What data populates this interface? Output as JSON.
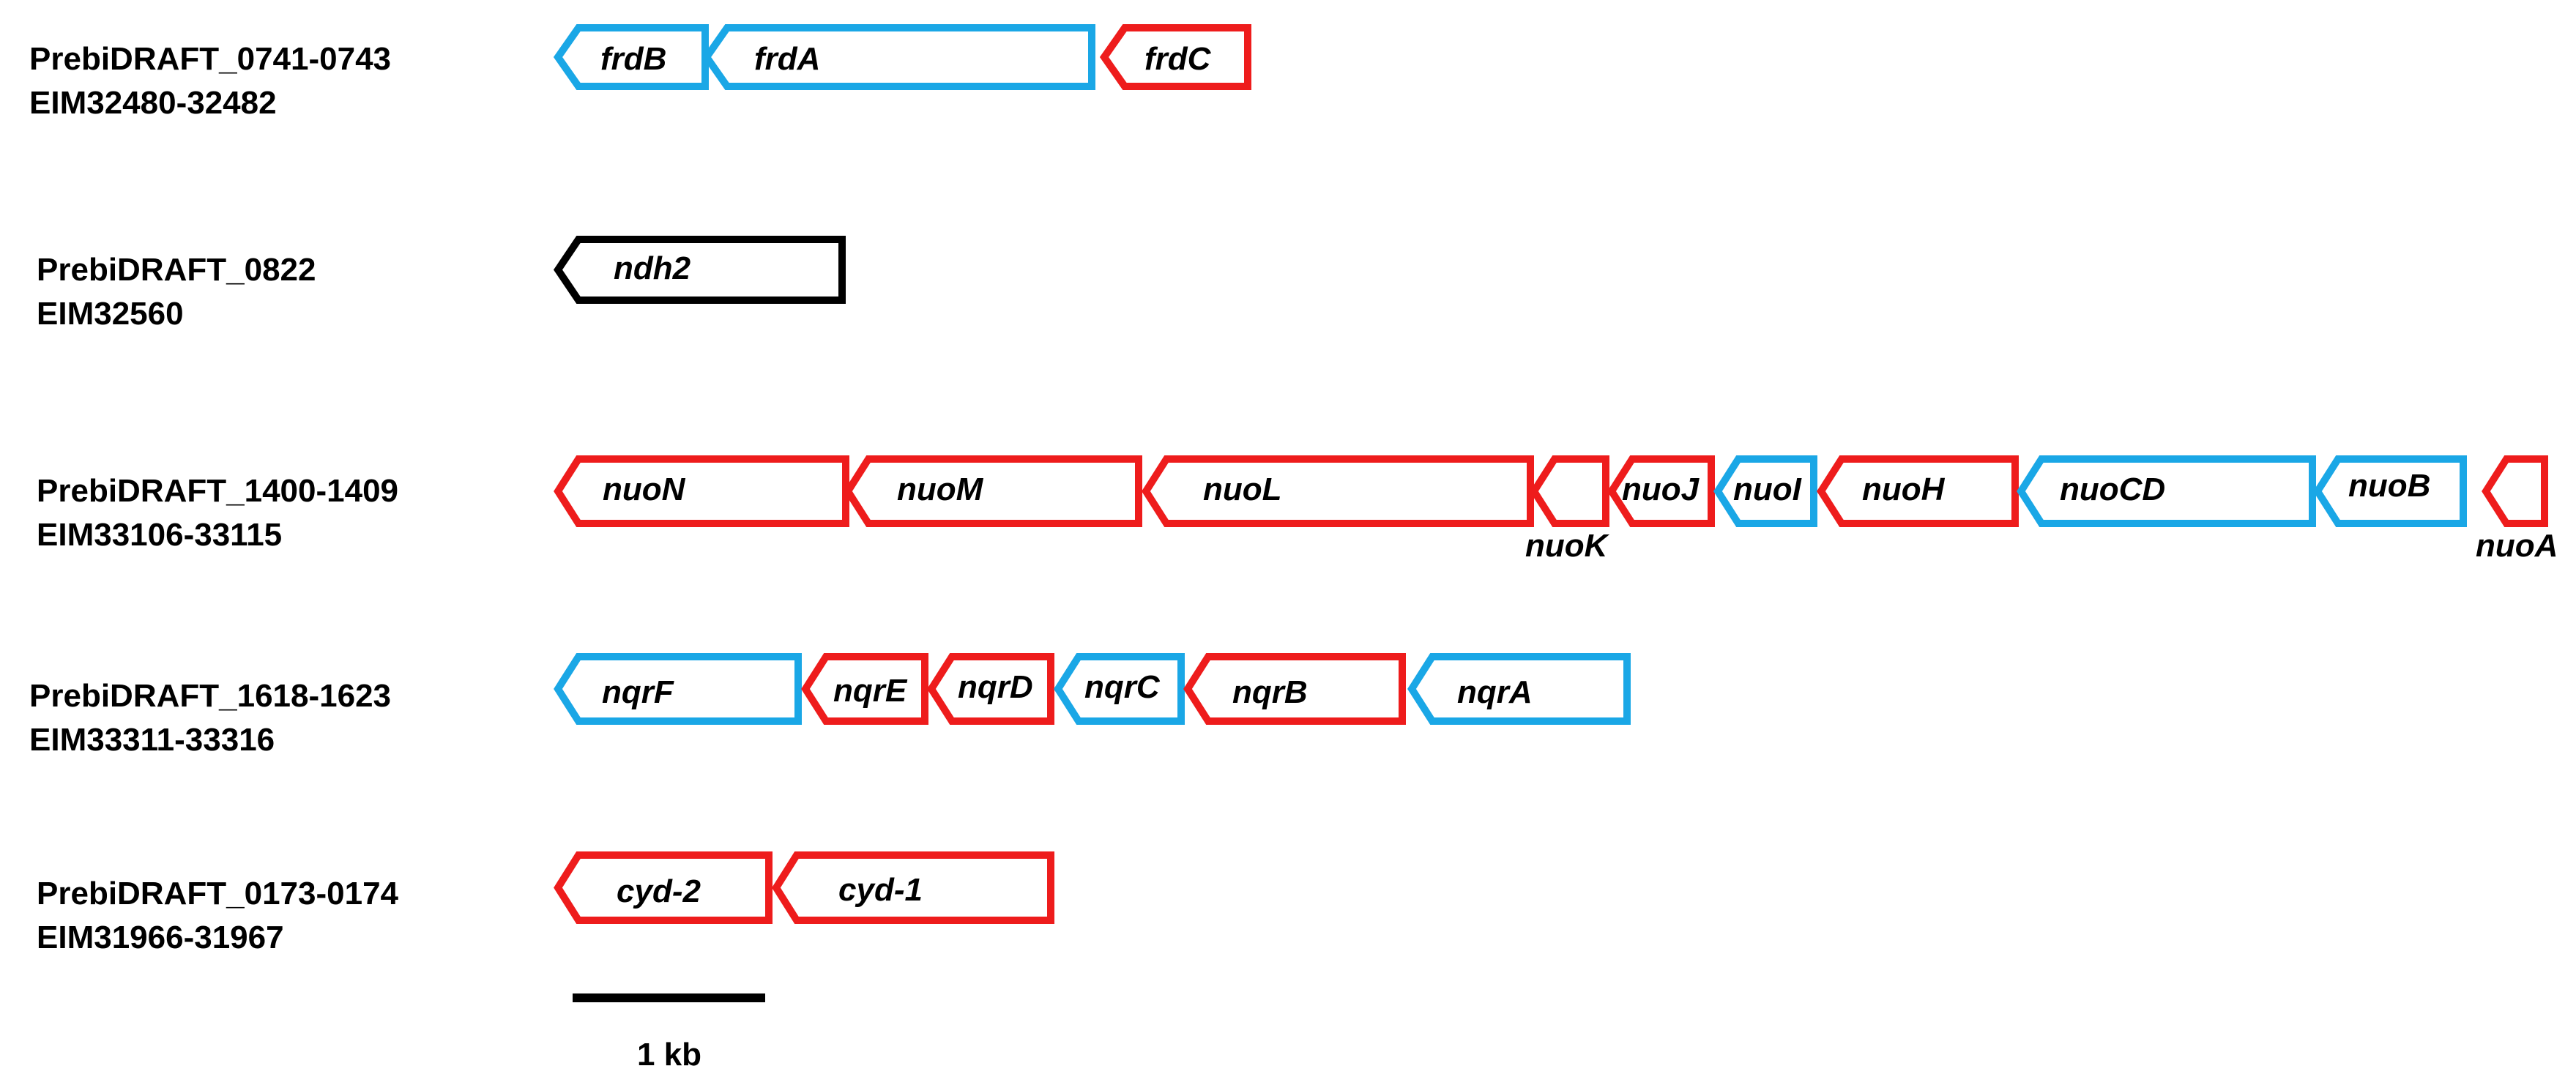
{
  "colors": {
    "blue": "#1aa7e6",
    "red": "#ee1c1c",
    "black": "#000000"
  },
  "loci": [
    {
      "name": "PrebiDRAFT_0741-0743",
      "accession": "EIM32480-32482",
      "genes": [
        {
          "label": "frdB",
          "color": "blue"
        },
        {
          "label": "frdA",
          "color": "blue"
        },
        {
          "label": "frdC",
          "color": "red"
        }
      ]
    },
    {
      "name": "PrebiDRAFT_0822",
      "accession": "EIM32560",
      "genes": [
        {
          "label": "ndh2",
          "color": "black"
        }
      ]
    },
    {
      "name": "PrebiDRAFT_1400-1409",
      "accession": "EIM33106-33115",
      "genes": [
        {
          "label": "nuoN",
          "color": "red"
        },
        {
          "label": "nuoM",
          "color": "red"
        },
        {
          "label": "nuoL",
          "color": "red"
        },
        {
          "label": "nuoK",
          "color": "red"
        },
        {
          "label": "nuoJ",
          "color": "red"
        },
        {
          "label": "nuoI",
          "color": "blue"
        },
        {
          "label": "nuoH",
          "color": "red"
        },
        {
          "label": "nuoCD",
          "color": "blue"
        },
        {
          "label": "nuoB",
          "color": "blue"
        },
        {
          "label": "nuoA",
          "color": "red"
        }
      ]
    },
    {
      "name": "PrebiDRAFT_1618-1623",
      "accession": "EIM33311-33316",
      "genes": [
        {
          "label": "nqrF",
          "color": "blue"
        },
        {
          "label": "nqrE",
          "color": "red"
        },
        {
          "label": "nqrD",
          "color": "red"
        },
        {
          "label": "nqrC",
          "color": "blue"
        },
        {
          "label": "nqrB",
          "color": "red"
        },
        {
          "label": "nqrA",
          "color": "blue"
        }
      ]
    },
    {
      "name": "PrebiDRAFT_0173-0174",
      "accession": "EIM31966-31967",
      "genes": [
        {
          "label": "cyd-2",
          "color": "red"
        },
        {
          "label": "cyd-1",
          "color": "red"
        }
      ]
    }
  ],
  "scale_bar": {
    "label": "1 kb"
  }
}
